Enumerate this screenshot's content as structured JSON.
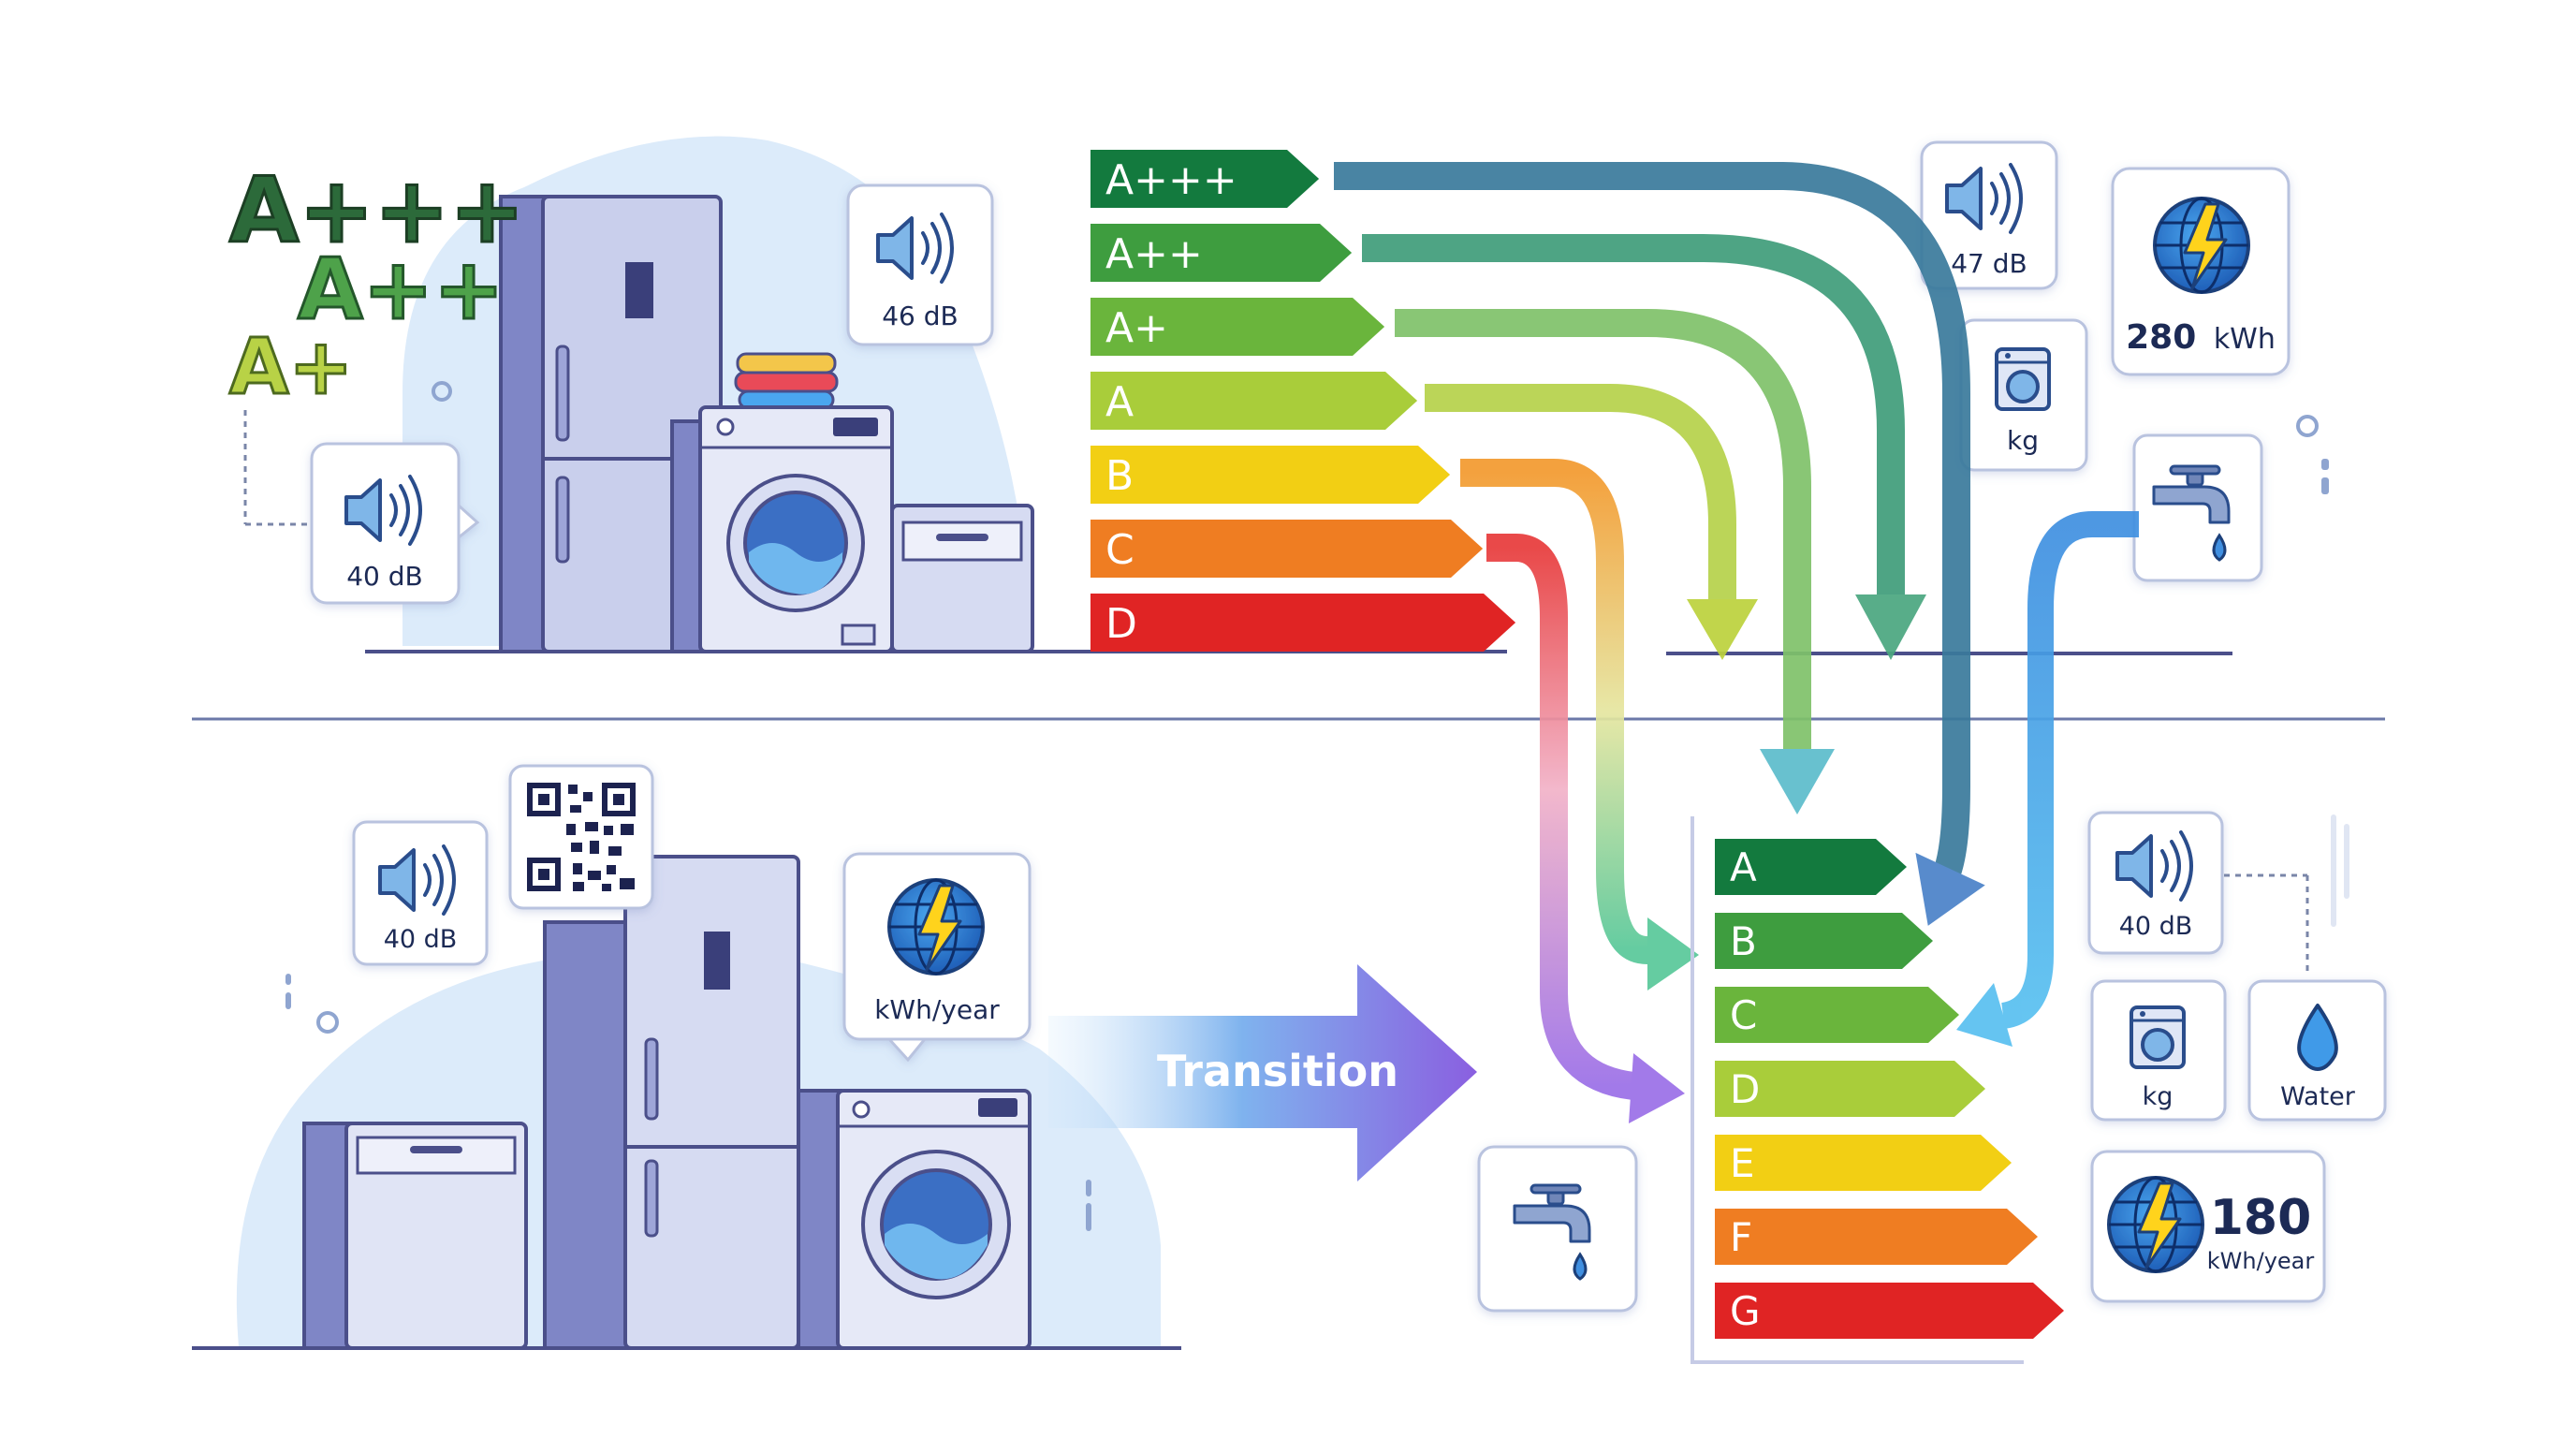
{
  "old_rating_marks": [
    "A+++",
    "A++",
    "A+"
  ],
  "old_scale": {
    "classes": [
      {
        "label": "A+++",
        "color": "#137a3e"
      },
      {
        "label": "A++",
        "color": "#3e9d3f"
      },
      {
        "label": "A+",
        "color": "#6ab53c"
      },
      {
        "label": "A",
        "color": "#a9cd3a"
      },
      {
        "label": "B",
        "color": "#f2cf14"
      },
      {
        "label": "C",
        "color": "#ef7d22"
      },
      {
        "label": "D",
        "color": "#e02424"
      }
    ]
  },
  "new_scale": {
    "classes": [
      {
        "label": "A",
        "color": "#137a3e"
      },
      {
        "label": "B",
        "color": "#3e9d3f"
      },
      {
        "label": "C",
        "color": "#6ab53c"
      },
      {
        "label": "D",
        "color": "#a9cd3a"
      },
      {
        "label": "E",
        "color": "#f2cf14"
      },
      {
        "label": "F",
        "color": "#ef7d22"
      },
      {
        "label": "G",
        "color": "#e02424"
      }
    ]
  },
  "old_badges": {
    "noise_a": "40 dB",
    "noise_b": "46 dB",
    "noise_c": "47 dB",
    "energy_value": "280",
    "energy_unit": "kWh",
    "capacity": "kg"
  },
  "new_badges": {
    "noise_a": "40 dB",
    "noise_b": "40 dB",
    "energy": "kWh/year",
    "capacity": "kg",
    "water": "Water",
    "energy_value": "180",
    "energy_unit": "kWh/year"
  },
  "transition_label": "Transition",
  "colors": {
    "accent_blue": "#4a90d9",
    "appliance": "#c9cfec",
    "appliance_dark": "#7f86c6",
    "outline": "#4b4f8a"
  }
}
